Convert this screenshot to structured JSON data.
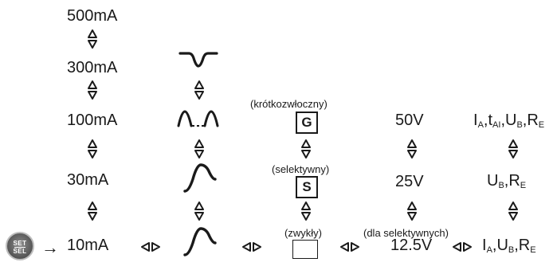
{
  "currents": [
    "500mA",
    "300mA",
    "100mA",
    "30mA",
    "10mA"
  ],
  "boxes": {
    "g_caption": "(krótkozwłoczny)",
    "g_letter": "G",
    "s_caption": "(selektywny)",
    "s_letter": "S",
    "plain_caption": "(zwykły)"
  },
  "voltages": {
    "v50": "50V",
    "v25": "25V",
    "v12": "12.5V",
    "v12_caption": "(dla selektywnych)"
  },
  "params": {
    "row1": [
      {
        "t": "I",
        "s": "A"
      },
      {
        "t": ",t",
        "s": "AI"
      },
      {
        "t": ",U",
        "s": "B"
      },
      {
        "t": ",R",
        "s": "E"
      }
    ],
    "row2": [
      {
        "t": "U",
        "s": "B"
      },
      {
        "t": ",R",
        "s": "E"
      }
    ],
    "row3": [
      {
        "t": "I",
        "s": "A"
      },
      {
        "t": ",U",
        "s": "B"
      },
      {
        "t": ",R",
        "s": "E"
      }
    ]
  },
  "button": {
    "top": "SET",
    "bottom": "SEL"
  },
  "arrow_glyph": "→",
  "icons": {
    "updown": "up-down-arrows-icon",
    "leftright": "left-right-arrows-icon",
    "set_sel": "set-sel-button-icon"
  }
}
